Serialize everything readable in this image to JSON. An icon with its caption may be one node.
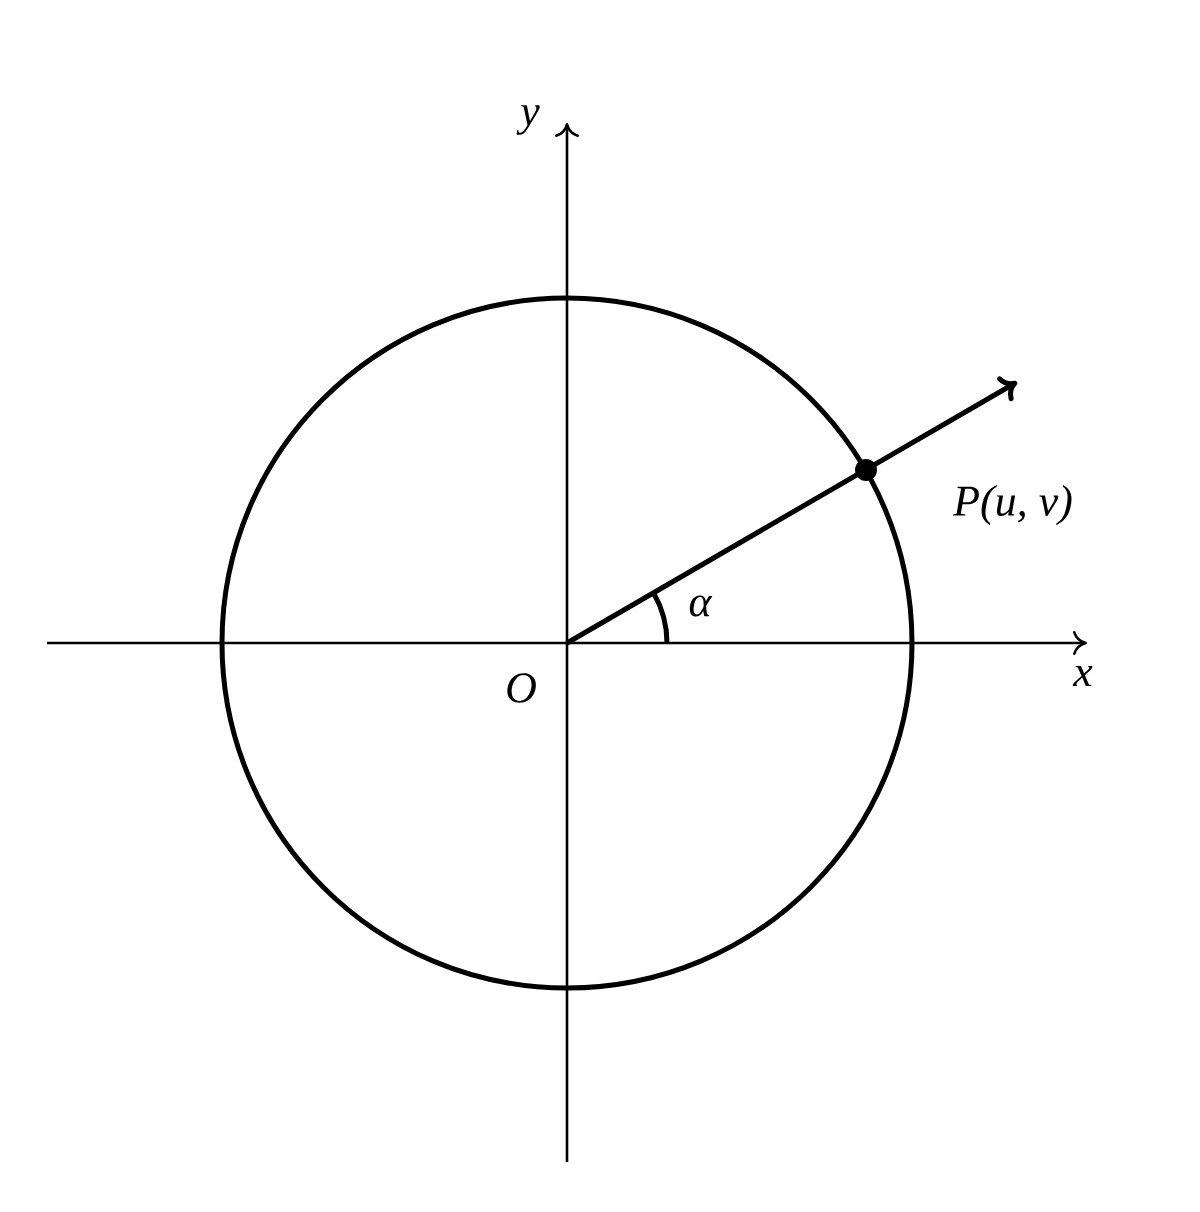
{
  "diagram": {
    "labels": [
      "y",
      "x",
      "O",
      "α",
      "P(u, v)"
    ]
  }
}
